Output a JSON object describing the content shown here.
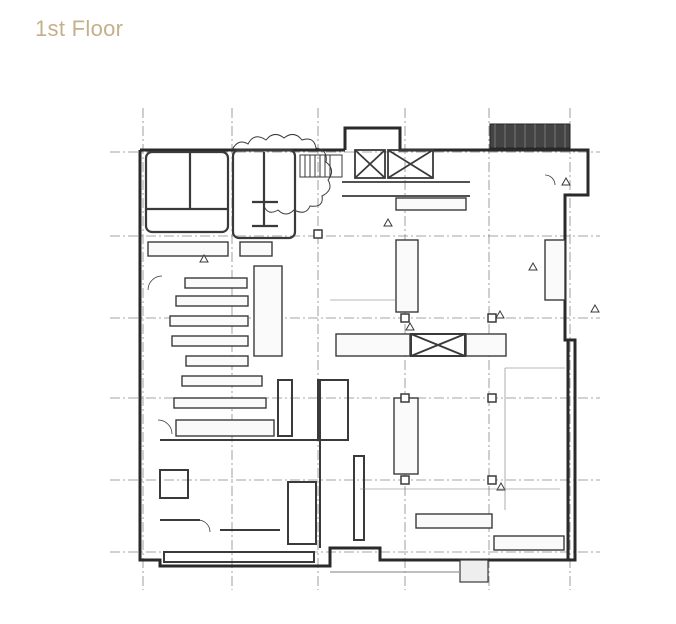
{
  "header": {
    "title": "1st Floor",
    "title_color": "#C4B08A"
  },
  "floor_plan": {
    "label": "1st Floor",
    "type": "architectural blueprint",
    "line_color": "#3a3a3a",
    "background": "#ffffff",
    "icons": [
      "revision-triangle-icon",
      "column-marker-icon",
      "door-swing-icon",
      "stair-icon"
    ]
  }
}
